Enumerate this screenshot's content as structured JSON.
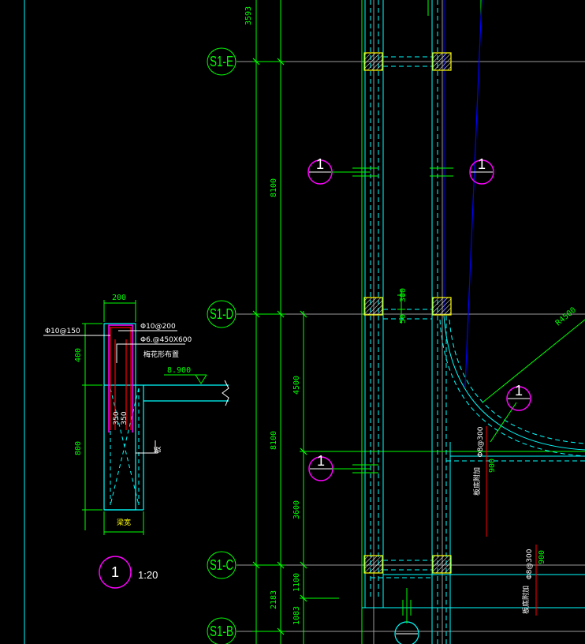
{
  "axes": [
    {
      "label": "S1-E"
    },
    {
      "label": "S1-D"
    },
    {
      "label": "S1-C"
    },
    {
      "label": "S1-B"
    }
  ],
  "dimensions": {
    "top_partial": "3593",
    "e_to_d": "8100",
    "d_to_c": "8100",
    "d_sub_upper": "4500",
    "d_sub_lower": "3600",
    "c_sub": "1100",
    "c_to_b": "2183",
    "c_sub_lower": "1083",
    "col_small_1": "300",
    "col_small_2": "50",
    "radius": "R4500",
    "tie_1": "900",
    "tie_2": "900"
  },
  "section_markers": {
    "number": "1",
    "sub": "-"
  },
  "detail": {
    "width_dim": "200",
    "upper_height": "400",
    "lower_height": "800",
    "rebar_left": "Φ10@150",
    "rebar_right_top": "Φ10@200",
    "rebar_right_mid": "Φ6.@450X600",
    "rebar_note": "梅花形布置",
    "elevation": "8.900",
    "inner_dim_1": "350",
    "inner_dim_2": "350",
    "bottom_label": "梁宽",
    "mid_label": "板"
  },
  "plan_notes": {
    "rebar_a": "Φ8@300",
    "rebar_b": "Φ8@300",
    "label_a": "板底附加",
    "label_b": "板底附加"
  },
  "detail_tag": {
    "number": "1",
    "scale": "1:20"
  }
}
